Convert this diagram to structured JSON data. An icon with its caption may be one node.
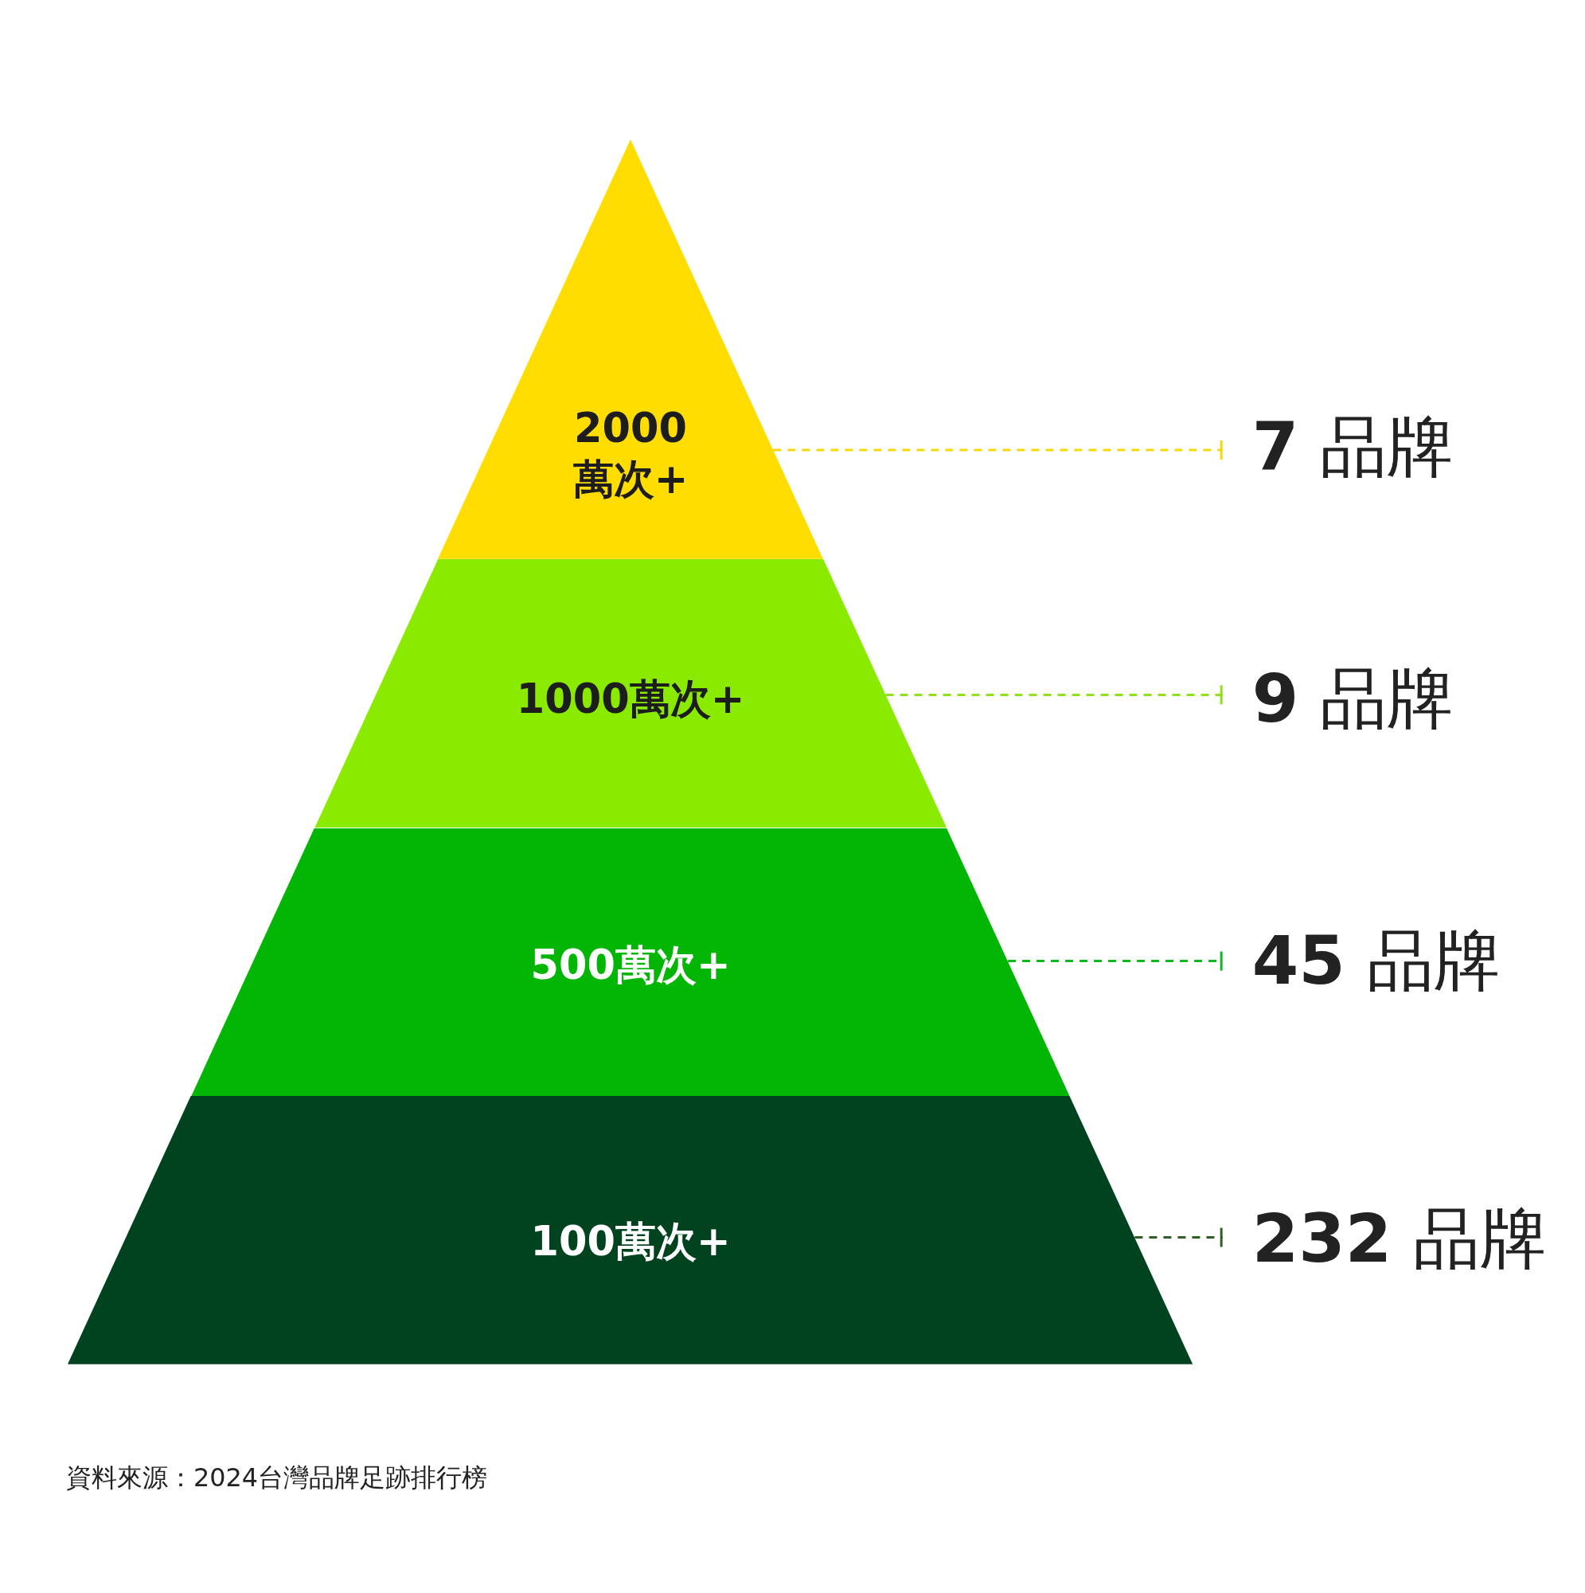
{
  "diagram": {
    "caption": "資料來源：2024台灣品牌足跡排行榜",
    "nodes": [
      {
        "text": [
          "2000萬次+"
        ]
      },
      {
        "text": [
          "1000萬次+"
        ]
      },
      {
        "text": [
          "500萬次+"
        ]
      },
      {
        "text": [
          "100萬次+"
        ]
      },
      {
        "text": [
          "**7** 品牌"
        ]
      },
      {
        "text": [
          "**9** 品牌"
        ]
      },
      {
        "text": [
          "**45** 品牌"
        ]
      },
      {
        "text": [
          "**232** 品牌"
        ]
      }
    ],
    "edges": [
      {
        "from": 0,
        "to": 4,
        "arrow": "other",
        "style": "dashed",
        "color": "#f5d90a"
      },
      {
        "from": 1,
        "to": 5,
        "arrow": "other",
        "style": "dashed",
        "color": "#8fe01a"
      },
      {
        "from": 2,
        "to": 6,
        "arrow": "other",
        "style": "dashed",
        "color": "#10b820"
      },
      {
        "from": 3,
        "to": 7,
        "arrow": "other",
        "style": "dashed",
        "color": "#2f5f24"
      }
    ]
  }
}
